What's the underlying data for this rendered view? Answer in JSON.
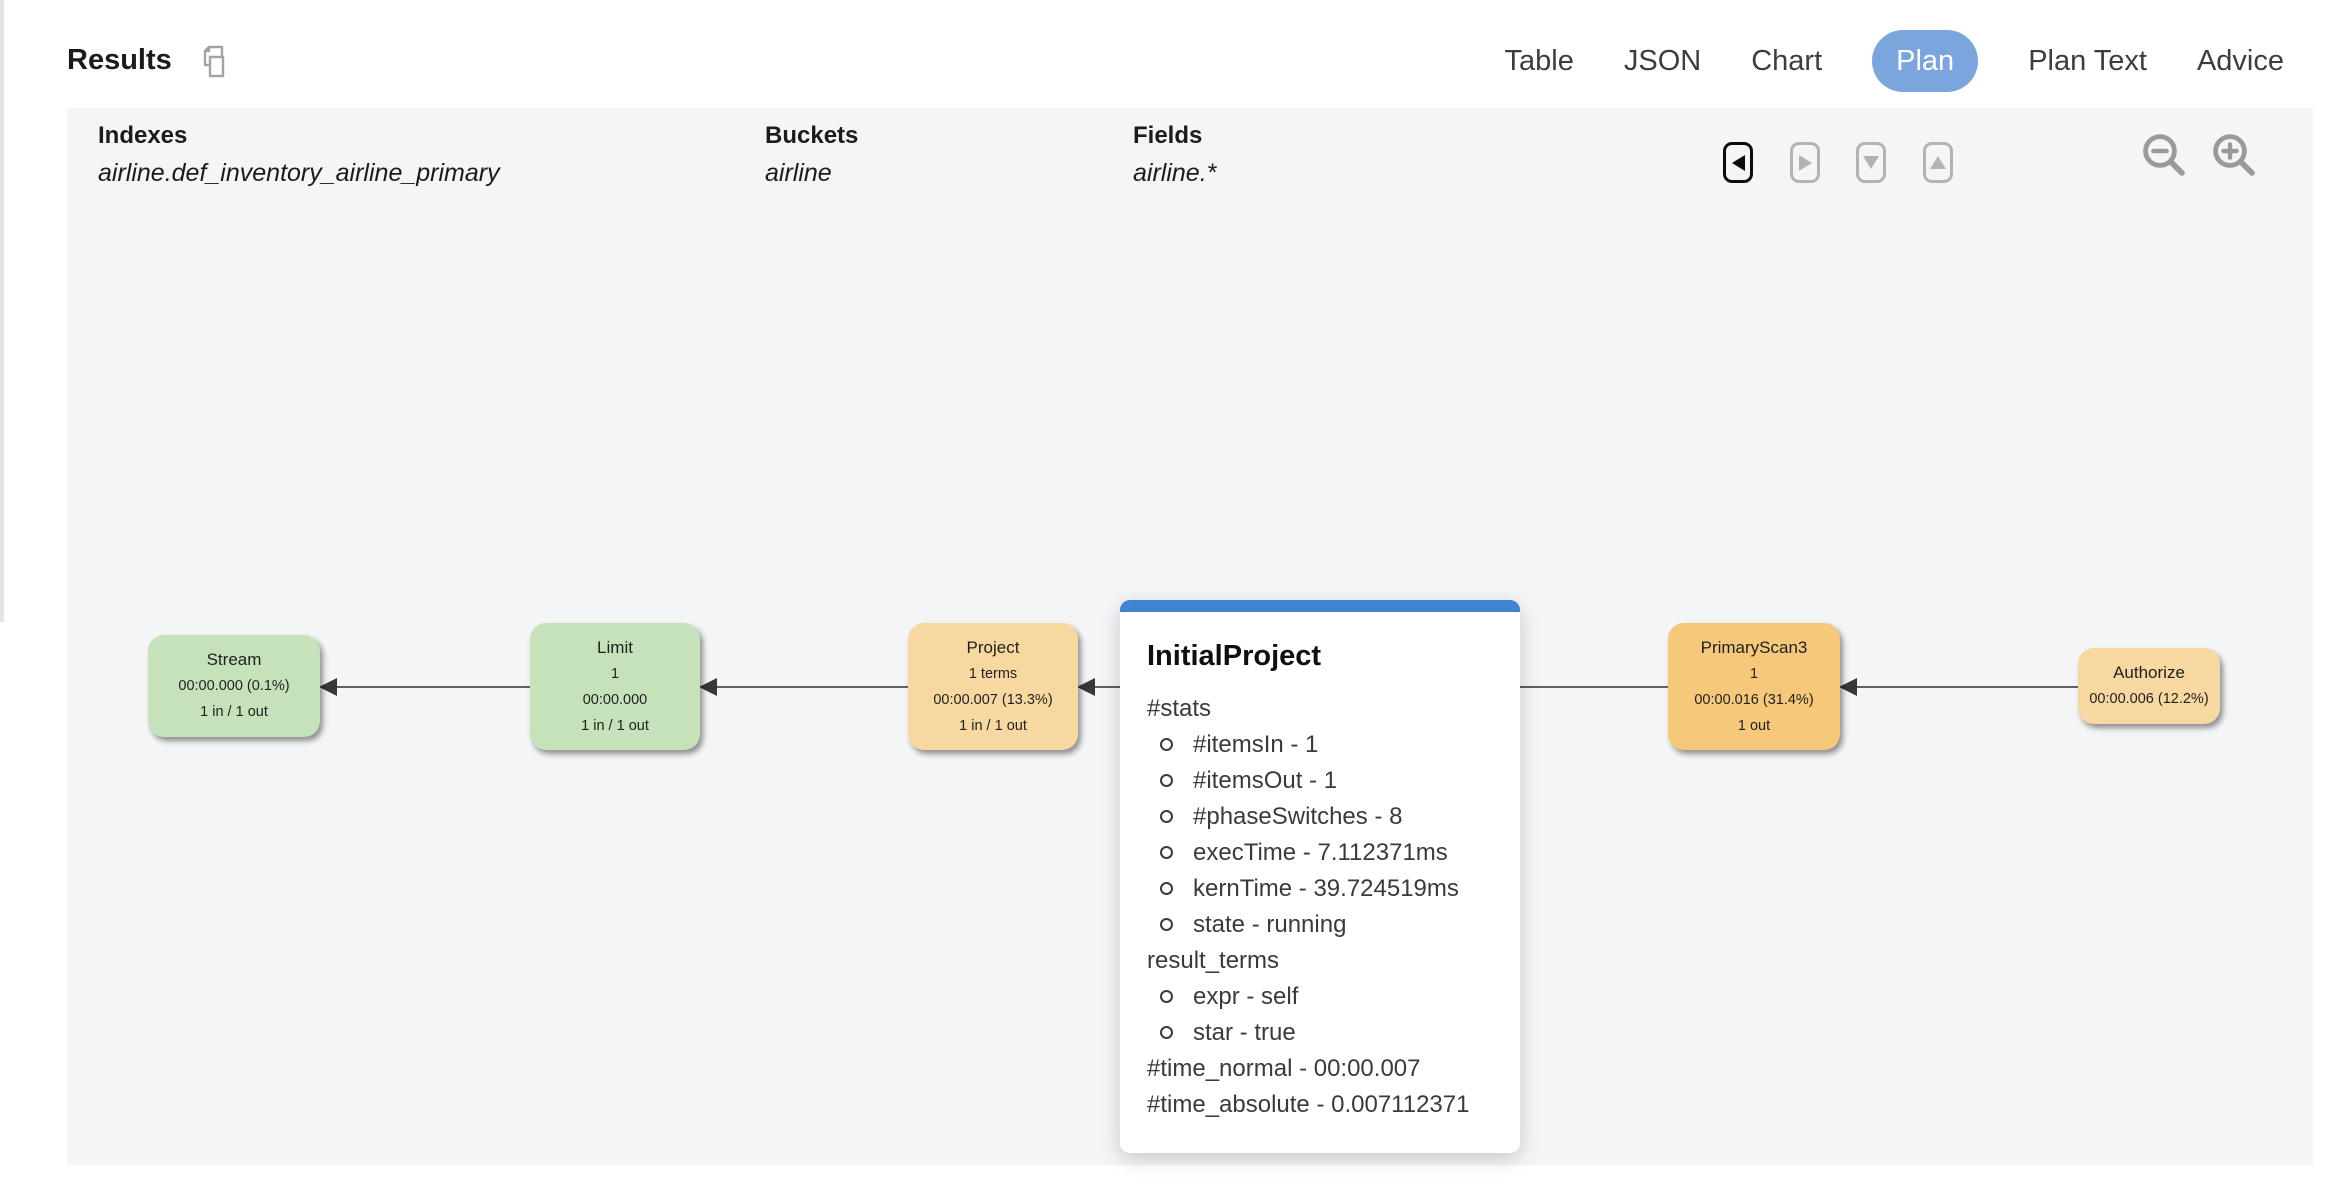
{
  "header": {
    "title": "Results",
    "tabs": [
      {
        "label": "Table",
        "active": false
      },
      {
        "label": "JSON",
        "active": false
      },
      {
        "label": "Chart",
        "active": false
      },
      {
        "label": "Plan",
        "active": true
      },
      {
        "label": "Plan Text",
        "active": false
      },
      {
        "label": "Advice",
        "active": false
      }
    ]
  },
  "plan_panel": {
    "meta": {
      "indexes_label": "Indexes",
      "indexes_value": "airline.def_inventory_airline_primary",
      "buckets_label": "Buckets",
      "buckets_value": "airline",
      "fields_label": "Fields",
      "fields_value": "airline.*"
    },
    "icons": {
      "copy": "copy-icon",
      "step_back": "skip-back-icon",
      "step_forward": "skip-forward-icon",
      "step_down": "skip-down-icon",
      "step_up": "skip-up-icon",
      "zoom_out": "zoom-out-icon",
      "zoom_in": "zoom-in-icon"
    }
  },
  "diagram": {
    "nodes": [
      {
        "id": "stream",
        "title": "Stream",
        "lines": [
          "00:00.000 (0.1%)",
          "1 in / 1 out"
        ]
      },
      {
        "id": "limit",
        "title": "Limit",
        "lines": [
          "1",
          "00:00.000",
          "1 in / 1 out"
        ]
      },
      {
        "id": "project",
        "title": "Project",
        "lines": [
          "1 terms",
          "00:00.007 (13.3%)",
          "1 in / 1 out"
        ]
      },
      {
        "id": "primaryscan3",
        "title": "PrimaryScan3",
        "lines": [
          "1",
          "00:00.016 (31.4%)",
          "1 out"
        ]
      },
      {
        "id": "authorize",
        "title": "Authorize",
        "lines": [
          "00:00.006 (12.2%)"
        ]
      }
    ]
  },
  "tooltip": {
    "title": "InitialProject",
    "stats_heading": "#stats",
    "stats_items": [
      "#itemsIn - 1",
      "#itemsOut - 1",
      "#phaseSwitches - 8",
      "execTime - 7.112371ms",
      "kernTime - 39.724519ms",
      "state - running"
    ],
    "result_terms_heading": "result_terms",
    "result_terms_items": [
      "expr - self",
      "star - true"
    ],
    "time_normal": "#time_normal - 00:00.007",
    "time_absolute": "#time_absolute - 0.007112371"
  },
  "colors": {
    "active_tab_bg": "#7aa6dd",
    "card_accent_blue": "#4185d2",
    "node_green": "#c6e2ba",
    "node_orange": "#f8d8a1",
    "node_orange_dark": "#f5c87a",
    "panel_bg": "#f4f5f7",
    "edge_gray": "#606060"
  }
}
